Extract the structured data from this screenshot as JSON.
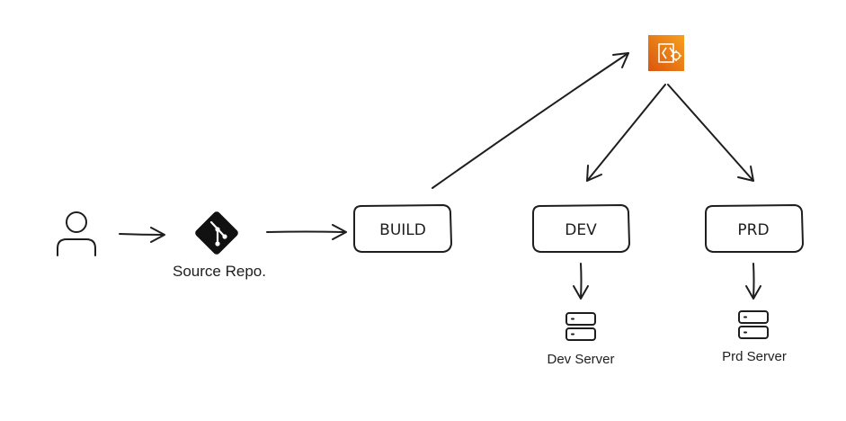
{
  "nodes": {
    "source_repo": {
      "label": "Source Repo."
    },
    "build": {
      "label": "BUILD"
    },
    "dev": {
      "label": "DEV"
    },
    "prd": {
      "label": "PRD"
    },
    "dev_server": {
      "label": "Dev Server"
    },
    "prd_server": {
      "label": "Prd Server"
    }
  },
  "icons": {
    "user": "user-icon",
    "git": "git-icon",
    "deploy": "aws-codedeploy-icon",
    "server": "server-icon"
  },
  "colors": {
    "stroke": "#1e1e1e",
    "aws_orange_top": "#f7961e",
    "aws_orange_bottom": "#e06a10"
  }
}
